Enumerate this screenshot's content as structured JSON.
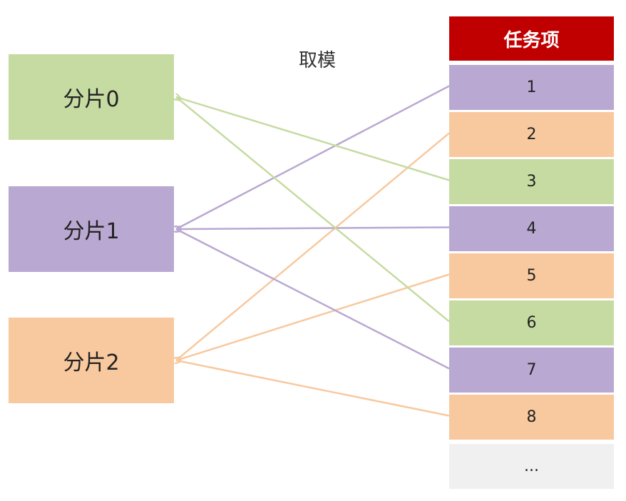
{
  "caption": "取模",
  "colors": {
    "green": "#c6dba2",
    "purple": "#b9a8d1",
    "orange": "#f8c99f",
    "gray": "#f0f0f0",
    "header_red": "#c00000"
  },
  "shards": [
    {
      "label": "分片0",
      "color": "green"
    },
    {
      "label": "分片1",
      "color": "purple"
    },
    {
      "label": "分片2",
      "color": "orange"
    }
  ],
  "task_list": {
    "header": "任务项",
    "items": [
      {
        "label": "1",
        "color": "purple",
        "shard": 1
      },
      {
        "label": "2",
        "color": "orange",
        "shard": 2
      },
      {
        "label": "3",
        "color": "green",
        "shard": 0
      },
      {
        "label": "4",
        "color": "purple",
        "shard": 1
      },
      {
        "label": "5",
        "color": "orange",
        "shard": 2
      },
      {
        "label": "6",
        "color": "green",
        "shard": 0
      },
      {
        "label": "7",
        "color": "purple",
        "shard": 1
      },
      {
        "label": "8",
        "color": "orange",
        "shard": 2
      },
      {
        "label": "...",
        "color": "gray"
      }
    ]
  }
}
